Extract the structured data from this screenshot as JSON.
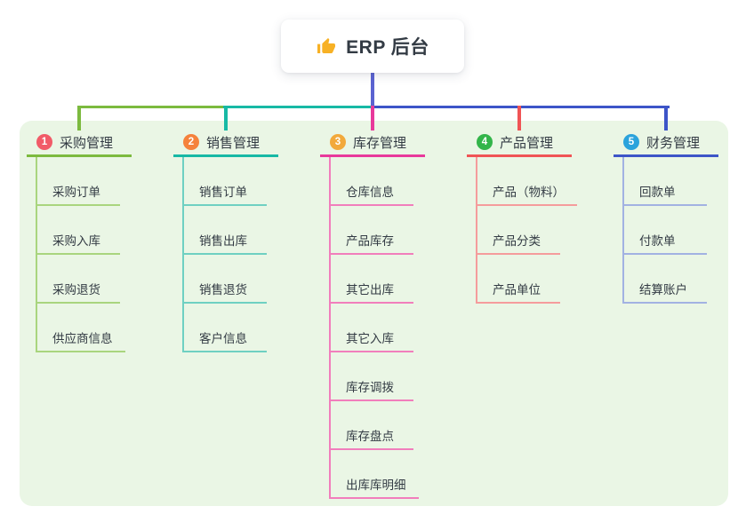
{
  "root": {
    "icon": "thumbs-up-icon",
    "label": "ERP 后台"
  },
  "colors": {
    "root_connector": "#5b63d1",
    "panel_background": "#eaf6e5",
    "icon_gold": "#f7b125",
    "text": "#333b44"
  },
  "branches": [
    {
      "badge": "1",
      "label": "采购管理",
      "badge_color": "#f15b68",
      "color": "#7cba3f",
      "light_color": "#a9d57e",
      "children": [
        "采购订单",
        "采购入库",
        "采购退货",
        "供应商信息"
      ]
    },
    {
      "badge": "2",
      "label": "销售管理",
      "badge_color": "#f5823c",
      "color": "#17b9a5",
      "light_color": "#6fd0c2",
      "children": [
        "销售订单",
        "销售出库",
        "销售退货",
        "客户信息"
      ]
    },
    {
      "badge": "3",
      "label": "库存管理",
      "badge_color": "#f2a93b",
      "color": "#e8399b",
      "light_color": "#f17ebc",
      "children": [
        "仓库信息",
        "产品库存",
        "其它出库",
        "其它入库",
        "库存调拨",
        "库存盘点",
        "出库库明细"
      ]
    },
    {
      "badge": "4",
      "label": "产品管理",
      "badge_color": "#33b54a",
      "color": "#f05455",
      "light_color": "#f59c9c",
      "children": [
        "产品（物料）",
        "产品分类",
        "产品单位"
      ]
    },
    {
      "badge": "5",
      "label": "财务管理",
      "badge_color": "#2ba3dc",
      "color": "#3d55c8",
      "light_color": "#a2b2e2",
      "children": [
        "回款单",
        "付款单",
        "结算账户"
      ]
    }
  ]
}
